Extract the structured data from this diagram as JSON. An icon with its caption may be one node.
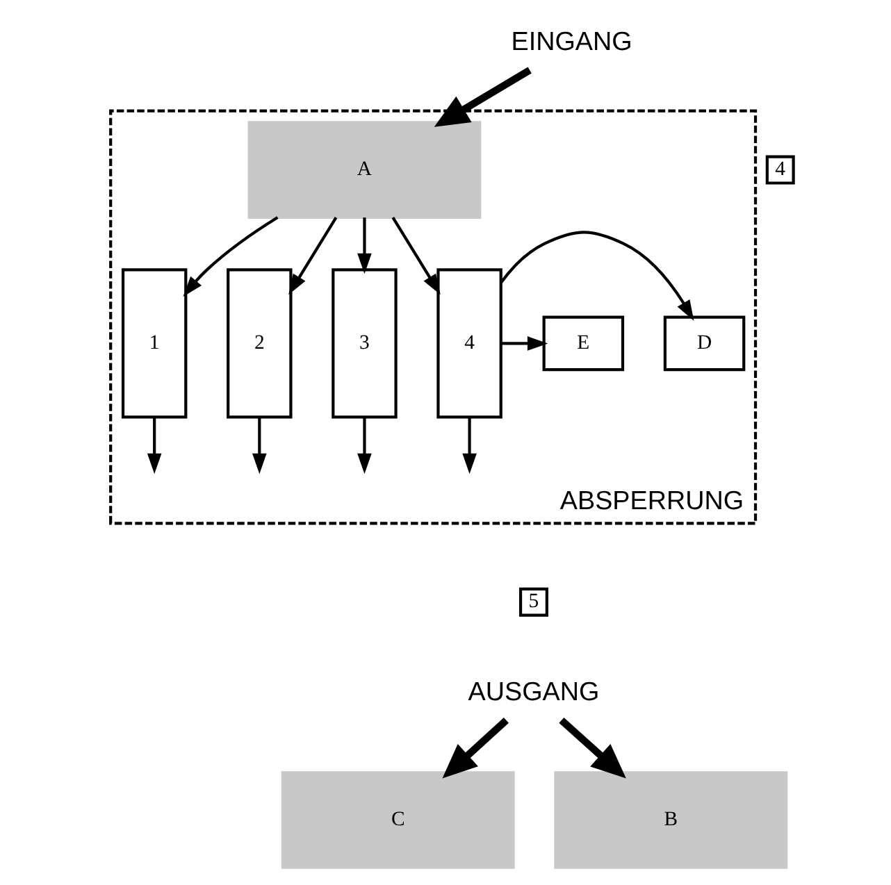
{
  "diagram": {
    "nodes": [
      {
        "text": [
          "ABSPERRUNG"
        ]
      },
      {
        "text": [
          "A"
        ],
        "in": 0
      },
      {
        "text": [
          "1"
        ],
        "in": 0
      },
      {
        "text": [
          "2"
        ],
        "in": 0
      },
      {
        "text": [
          "3"
        ],
        "in": 0
      },
      {
        "text": [
          "4"
        ],
        "in": 0
      },
      {
        "text": [
          "D"
        ],
        "in": 0
      },
      {
        "text": [
          "E"
        ],
        "in": 0
      },
      {
        "text": [
          "EINGANG"
        ]
      },
      {
        "text": [
          "4"
        ]
      },
      {
        "text": [
          "5"
        ]
      },
      {
        "text": [
          "AUSGANG"
        ]
      },
      {
        "text": [
          "C"
        ]
      },
      {
        "text": [
          "B"
        ]
      }
    ],
    "edges": [
      {
        "from": 8,
        "to": 1,
        "arrow": "to",
        "style": "thick"
      },
      {
        "from": 1,
        "to": 2,
        "arrow": "to"
      },
      {
        "from": 1,
        "to": 3,
        "arrow": "to"
      },
      {
        "from": 1,
        "to": 4,
        "arrow": "to"
      },
      {
        "from": 1,
        "to": 5,
        "arrow": "to"
      },
      {
        "from": 5,
        "to": 6,
        "arrow": "to"
      },
      {
        "from": 5,
        "to": 7,
        "arrow": "to"
      },
      {
        "from": 2,
        "to": null,
        "arrow": "to"
      },
      {
        "from": 3,
        "to": null,
        "arrow": "to"
      },
      {
        "from": 4,
        "to": null,
        "arrow": "to"
      },
      {
        "from": 5,
        "to": null,
        "arrow": "to"
      },
      {
        "from": 11,
        "to": 12,
        "arrow": "to",
        "style": "thick"
      },
      {
        "from": 11,
        "to": 13,
        "arrow": "to",
        "style": "thick"
      }
    ]
  }
}
